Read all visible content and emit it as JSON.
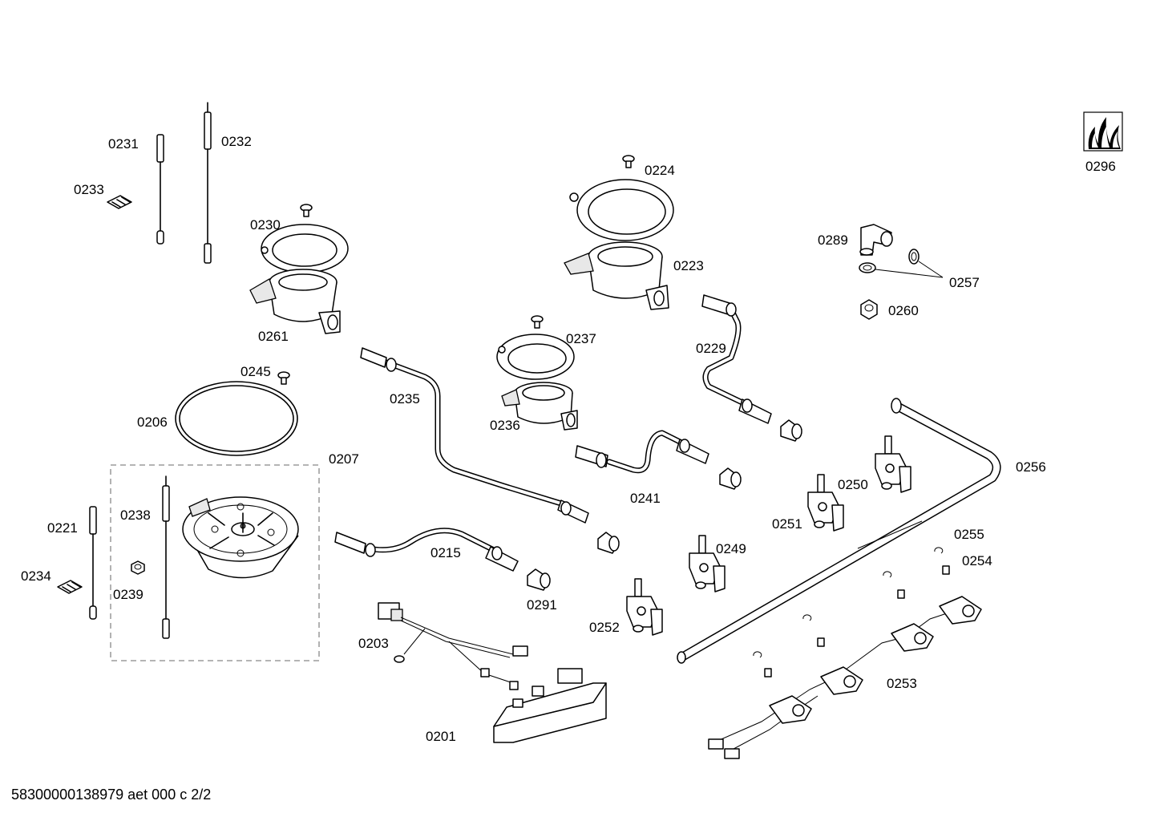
{
  "labels": {
    "p0231": "0231",
    "p0232": "0232",
    "p0233": "0233",
    "p0230": "0230",
    "p0261": "0261",
    "p0245": "0245",
    "p0206": "0206",
    "p0207": "0207",
    "p0221": "0221",
    "p0238": "0238",
    "p0234": "0234",
    "p0239": "0239",
    "p0235": "0235",
    "p0215": "0215",
    "p0291": "0291",
    "p0203": "0203",
    "p0201": "0201",
    "p0224": "0224",
    "p0223": "0223",
    "p0237": "0237",
    "p0236": "0236",
    "p0229": "0229",
    "p0241": "0241",
    "p0252": "0252",
    "p0249": "0249",
    "p0251": "0251",
    "p0250": "0250",
    "p0256": "0256",
    "p0255": "0255",
    "p0254": "0254",
    "p0253": "0253",
    "p0289": "0289",
    "p0257": "0257",
    "p0260": "0260",
    "p0296": "0296"
  },
  "footer": {
    "document_id": "58300000138979 aet 000 c 2/2"
  }
}
